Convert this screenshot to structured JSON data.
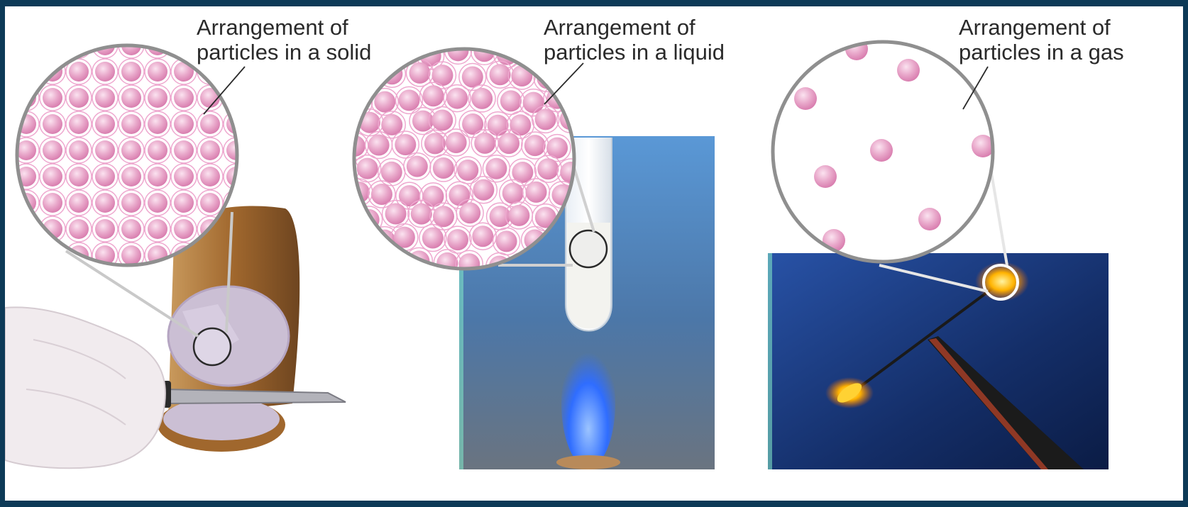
{
  "labels": {
    "solid_line1": "Arrangement of",
    "solid_line2": "particles in a solid",
    "liquid_line1": "Arrangement of",
    "liquid_line2": "particles in a liquid",
    "gas_line1": "Arrangement of",
    "gas_line2": "particles in a gas"
  },
  "colors": {
    "frame": "#0d3a57",
    "background": "#ffffff",
    "particle": "#e6a3c8",
    "particle_ring": "#e58fbf",
    "magnifier_border": "#8f8f8f",
    "liquid_photo_bg": "#4d86c4",
    "gas_photo_bg": "#16336e",
    "sodium_metal": "#cbbfd4",
    "sodium_crust": "#a8743c",
    "flame_blue": "#2f6dff",
    "filament_glow": "#ffb300"
  },
  "icons": {
    "solid_magnifier": "magnifier-circle-icon",
    "liquid_magnifier": "magnifier-circle-icon",
    "gas_magnifier": "magnifier-circle-icon"
  },
  "panels": {
    "solid_particle_rows": 8,
    "solid_particle_cols": 8,
    "gas_particle_count": 8
  }
}
